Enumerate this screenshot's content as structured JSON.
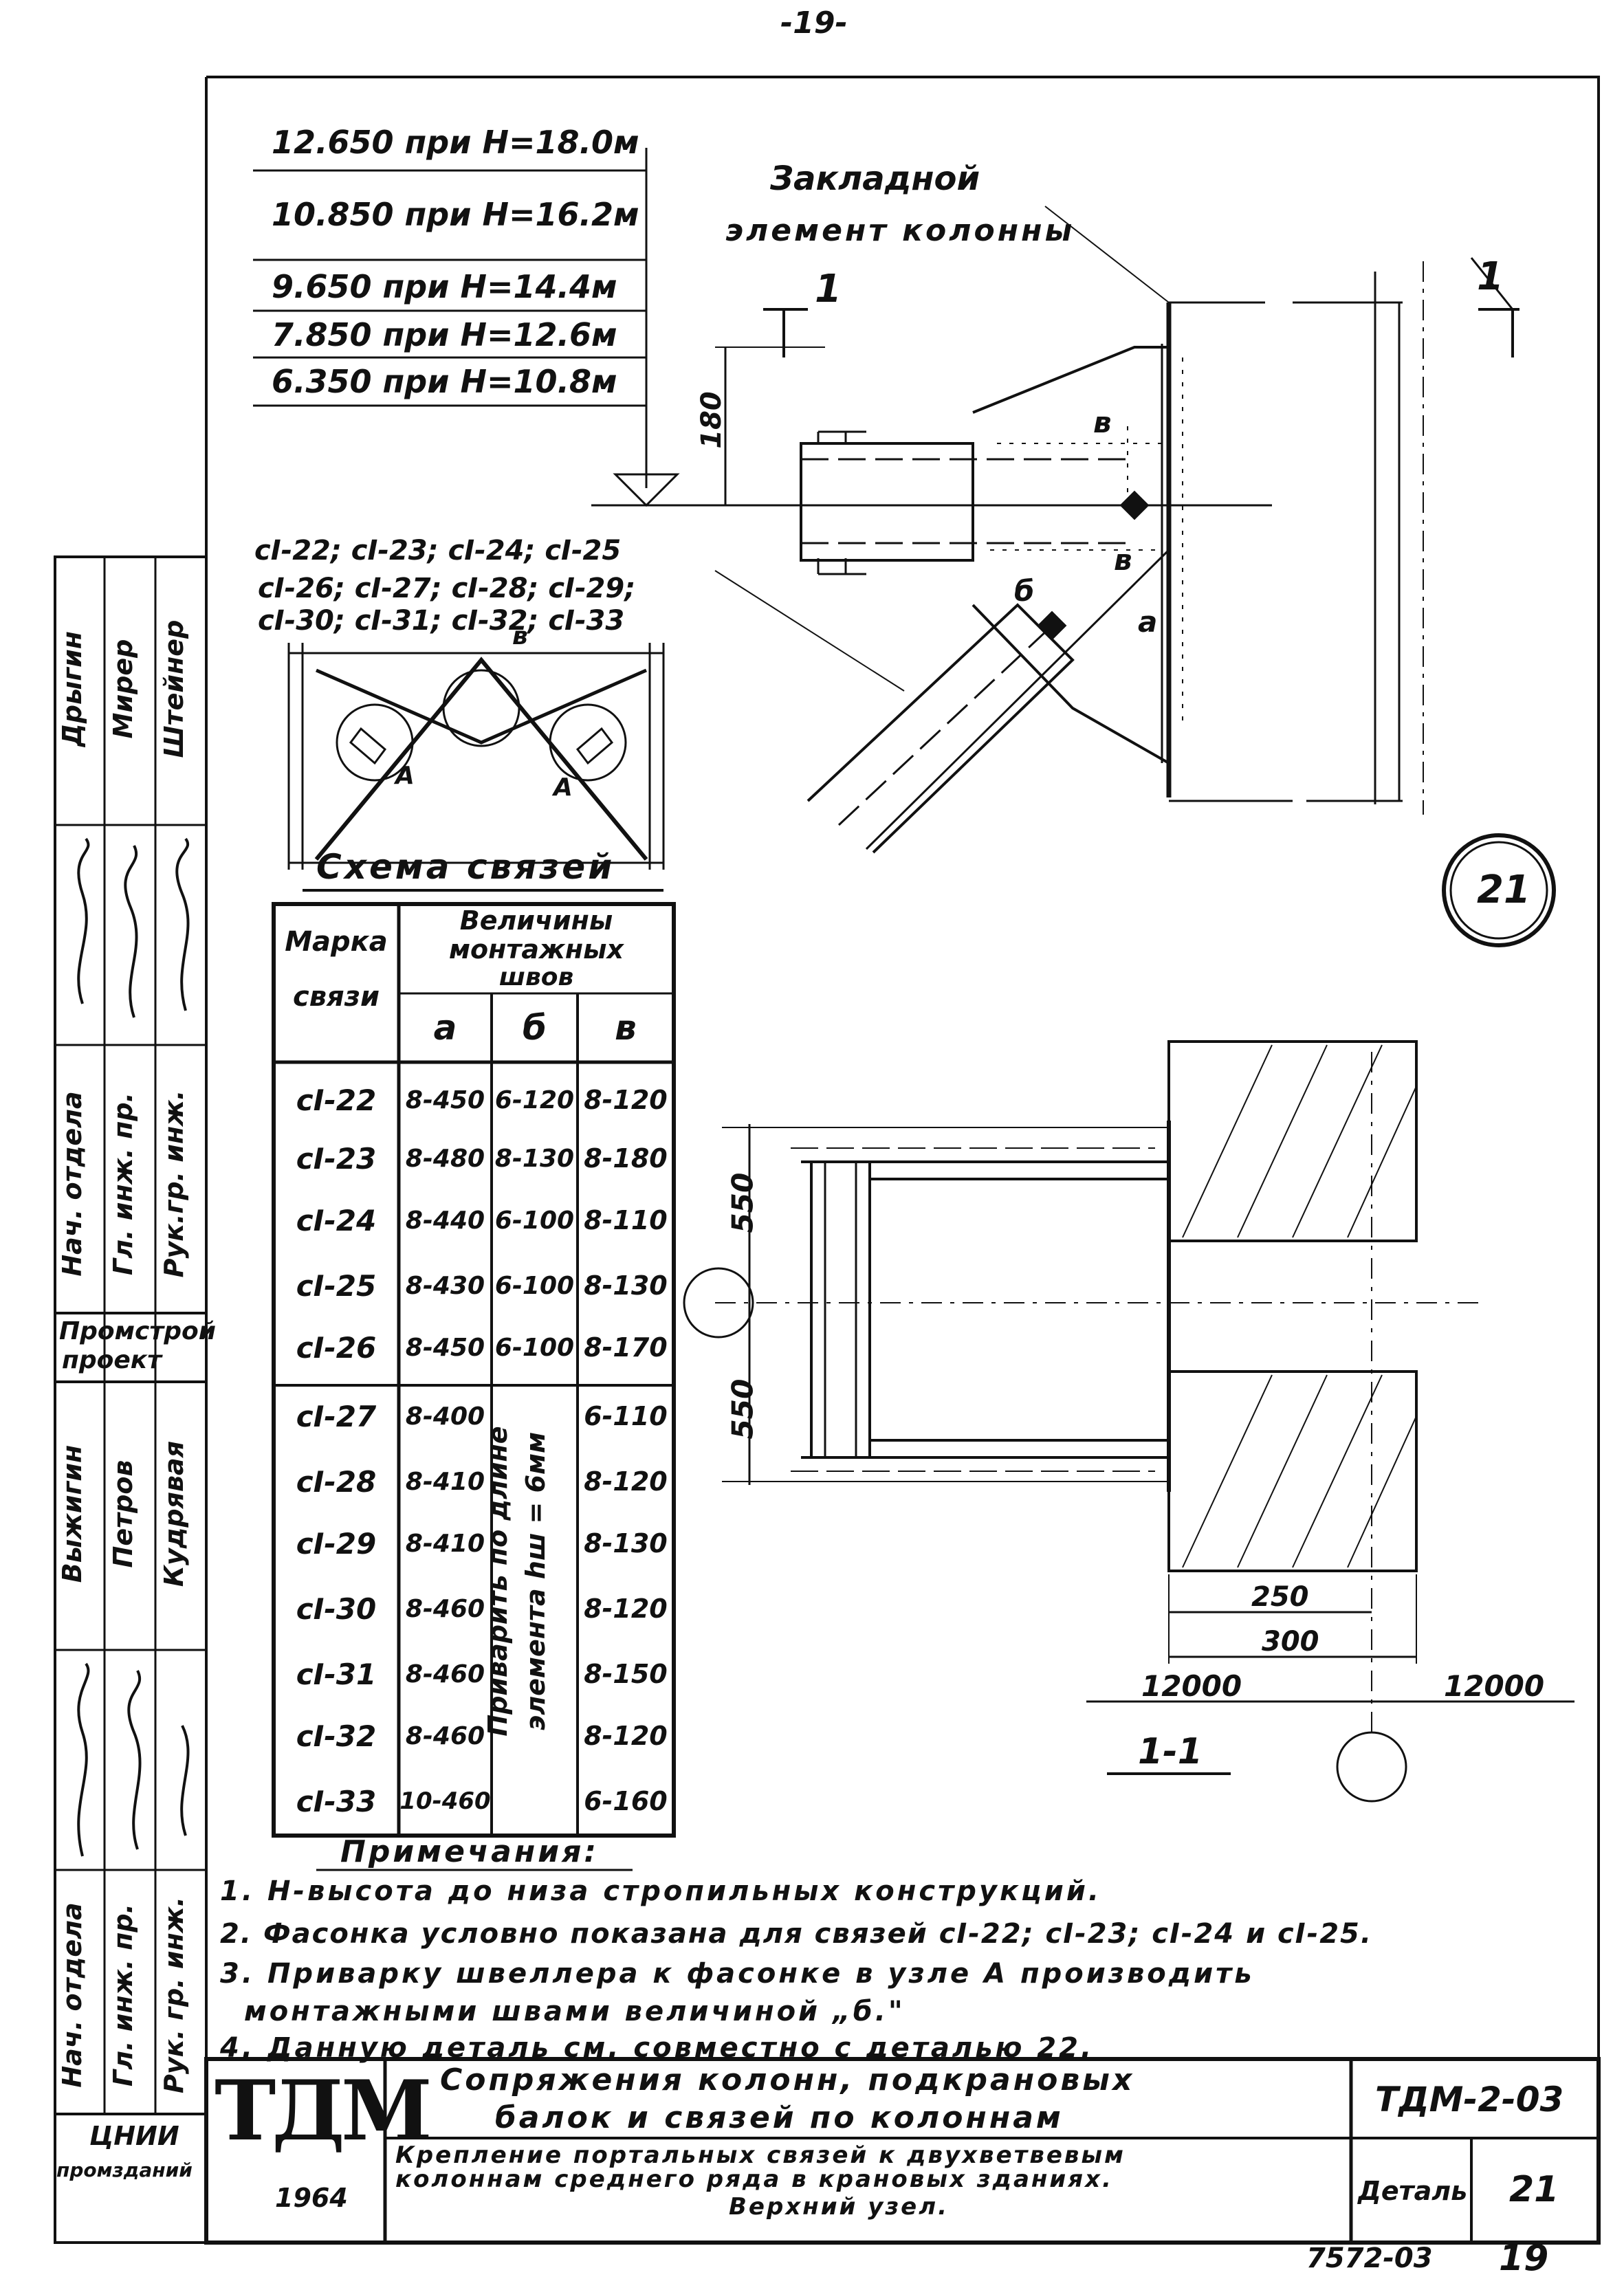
{
  "page_number_top": "-19-",
  "levels": [
    "12.650 при Н=18.0м",
    "10.850 при Н=16.2м",
    "9.650 при Н=14.4м",
    "7.850 при Н=12.6м",
    "6.350 при Н=10.8м"
  ],
  "embedded_element_label": [
    "Закладной",
    "элемент колонны"
  ],
  "section_mark": "1",
  "dim_180": "180",
  "weld_letters": {
    "a": "а",
    "b": "б",
    "v": "в"
  },
  "brace_marks_line1": "сI-22; сI-23; сI-24; сI-25",
  "brace_marks_line2": "сI-26; сI-27; сI-28; сI-29;",
  "brace_marks_line3": "сI-30; сI-31; сI-32; сI-33",
  "scheme": {
    "title": "Схема связей",
    "node_a": "А",
    "node_v": "в"
  },
  "detail_bubble": "21",
  "table": {
    "head_mark": [
      "Марка",
      "связи"
    ],
    "head_values": [
      "Величины",
      "монтажных",
      "швов"
    ],
    "col_a": "а",
    "col_b": "б",
    "col_v": "в",
    "rows": [
      {
        "mark": "сI-22",
        "a": "8-450",
        "b": "6-120",
        "v": "8-120"
      },
      {
        "mark": "сI-23",
        "a": "8-480",
        "b": "8-130",
        "v": "8-180"
      },
      {
        "mark": "сI-24",
        "a": "8-440",
        "b": "6-100",
        "v": "8-110"
      },
      {
        "mark": "сI-25",
        "a": "8-430",
        "b": "6-100",
        "v": "8-130"
      },
      {
        "mark": "сI-26",
        "a": "8-450",
        "b": "6-100",
        "v": "8-170"
      },
      {
        "mark": "сI-27",
        "a": "8-400",
        "b": "",
        "v": "6-110"
      },
      {
        "mark": "сI-28",
        "a": "8-410",
        "b": "",
        "v": "8-120"
      },
      {
        "mark": "сI-29",
        "a": "8-410",
        "b": "",
        "v": "8-130"
      },
      {
        "mark": "сI-30",
        "a": "8-460",
        "b": "",
        "v": "8-120"
      },
      {
        "mark": "сI-31",
        "a": "8-460",
        "b": "",
        "v": "8-150"
      },
      {
        "mark": "сI-32",
        "a": "8-460",
        "b": "",
        "v": "8-120"
      },
      {
        "mark": "сI-33",
        "a": "10-460",
        "b": "",
        "v": "6-160"
      }
    ],
    "merged_b_line1": "Приварить по длине",
    "merged_b_line2": "элемента hш = 6мм"
  },
  "section_dims": {
    "d550_top": "550",
    "d550_bottom": "550",
    "d250": "250",
    "d300": "300",
    "span_left": "12000",
    "span_right": "12000"
  },
  "section_title": "1-1",
  "notes_title": "Примечания:",
  "notes": [
    "1. Н-высота до низа стропильных конструкций.",
    "2. Фасонка условно показана для связей сI-22; сI-23; сI-24 и сI-25.",
    "3. Приварку швеллера к фасонке в узле А производить",
    "монтажными швами величиной „б.\"",
    "4. Данную деталь см. совместно с деталью 22."
  ],
  "stamp": {
    "logo": "ТДМ",
    "year": "1964",
    "title_line1": "Сопряжения колонн, подкрановых",
    "title_line2": "балок и связей по колоннам",
    "sub_line1": "Крепление портальных связей к двухветвевым",
    "sub_line2": "колоннам среднего ряда в крановых зданиях.",
    "sub_line3": "Верхний узел.",
    "code": "ТДМ-2-03",
    "detail_label": "Деталь",
    "detail_no": "21",
    "sheet_code": "7572-03",
    "sheet_no": "19",
    "org_bottom": "ЦНИИ",
    "org_bottom2": "промзданий"
  },
  "side_block_upper": {
    "roles": [
      "Нач. отдела",
      "Гл. инж. пр.",
      "Рук.гр. инж."
    ],
    "names": [
      "Дрыгин",
      "Мирер",
      "Штейнер"
    ],
    "org": [
      "Промстрой",
      "проект"
    ]
  },
  "side_block_lower": {
    "roles": [
      "Нач. отдела",
      "Гл. инж. пр.",
      "Рук. гр. инж."
    ],
    "names": [
      "Выжигин",
      "Петров",
      "Кудрявая"
    ]
  }
}
